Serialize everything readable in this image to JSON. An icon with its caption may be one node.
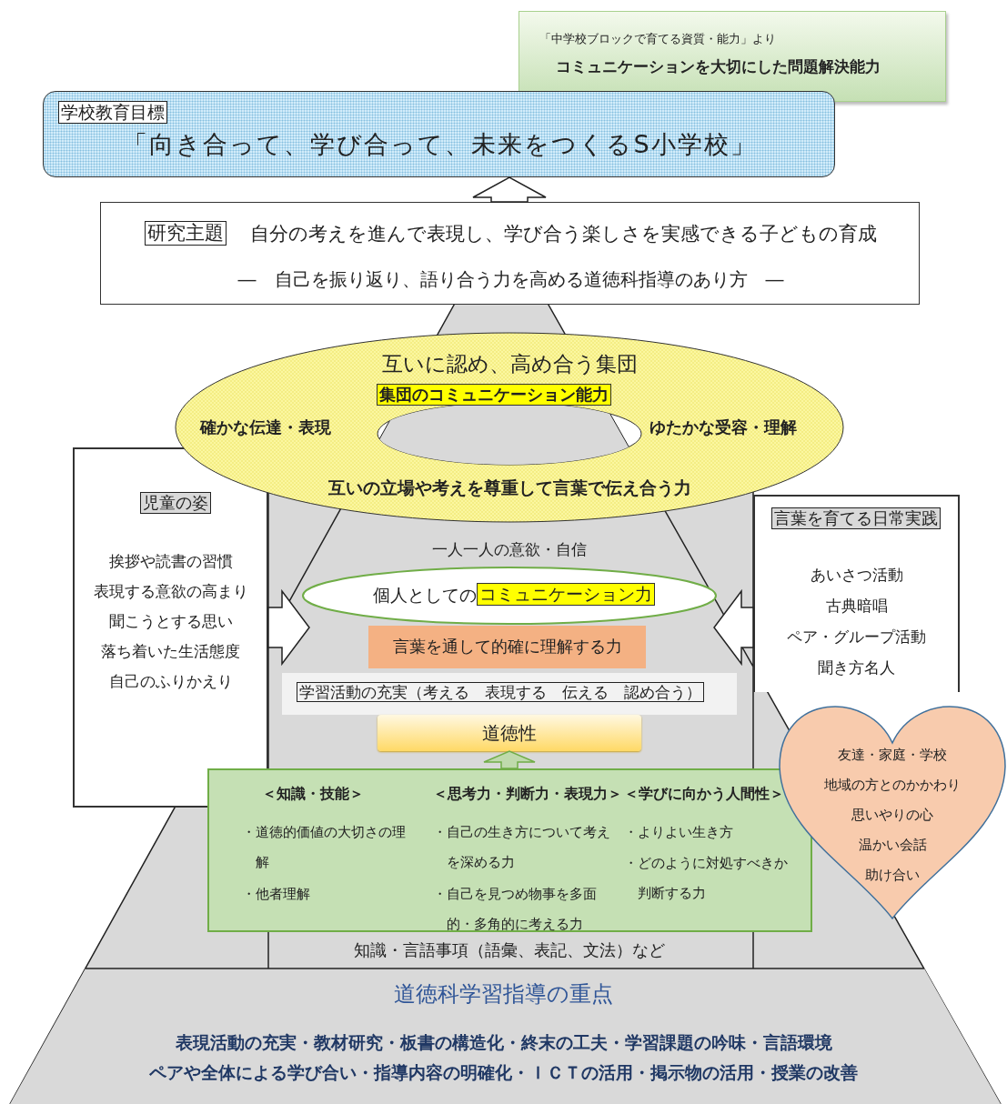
{
  "diagram": {
    "nodes": [
      {
        "text": [
          "「中学校ブロックで育てる資質・能力」より",
          "コミュニケーションを大切にした問題解決能力"
        ]
      },
      {
        "text": [
          "学校教育目標",
          "「向き合って、学び合って、未来をつくるS小学校」"
        ]
      },
      {
        "text": [
          "研究主題",
          "自分の考えを進んで表現し、学び合う楽しさを実感できる子どもの育成",
          "―　自己を振り返り、語り合う力を高める道徳科指導のあり方　―"
        ]
      },
      {
        "text": [
          "互いに認め、高め合う集団",
          "集団のコミュニケーション能力",
          "確かな伝達・表現",
          "ゆたかな受容・理解",
          "互いの立場や考えを尊重して言葉で伝え合う力"
        ]
      },
      {
        "text": [
          "児童の姿",
          "挨拶や読書の習慣",
          "表現する意欲の高まり",
          "聞こうとする思い",
          "落ち着いた生活態度",
          "自己のふりかえり"
        ]
      },
      {
        "text": [
          "言葉を育てる日常実践",
          "あいさつ活動",
          "古典暗唱",
          "ペア・グループ活動",
          "聞き方名人"
        ]
      },
      {
        "text": [
          "個人としての",
          "コミュニケーション力"
        ]
      },
      {
        "text": [
          "言葉を通して的確に理解する力"
        ]
      },
      {
        "text": [
          "学習活動の充実（考える　表現する　伝える　認め合う）"
        ]
      },
      {
        "text": [
          "道徳性"
        ]
      },
      {
        "text": [
          "＜知識・技能＞",
          "・道徳的価値の大切さの理解",
          "・他者理解",
          "＜思考力・判断力・表現力＞",
          "・自己の生き方について考えを深める力",
          "・自己を見つめ物事を多面的・多角的に考える力",
          "＜学びに向かう人間性＞",
          "・よりよい生き方",
          "・どのように対処すべきか判断する力"
        ]
      },
      {
        "text": [
          "友達・家庭・学校",
          "地域の方とのかかわり",
          "思いやりの心",
          "温かい会話",
          "助け合い"
        ]
      },
      {
        "text": [
          "道徳科学習指導の重点",
          "表現活動の充実・教材研究・板書の構造化・終末の工夫・学習課題の吟味・言語環境",
          "ペアや全体による学び合い・指導内容の明確化・ＩＣＴの活用・掲示物の活用・授業の改善"
        ]
      }
    ],
    "edges": [
      {
        "from": 2,
        "to": 1,
        "arrow": "to"
      },
      {
        "from": 4,
        "to": null,
        "arrow": "to"
      },
      {
        "from": 5,
        "to": null,
        "arrow": "to"
      },
      {
        "from": 10,
        "to": 9,
        "arrow": "to",
        "color": "#70ad47"
      }
    ],
    "labels": [
      "一人一人の意欲・自信",
      "知識・言語事項（語彙、表記、文法）など"
    ]
  }
}
